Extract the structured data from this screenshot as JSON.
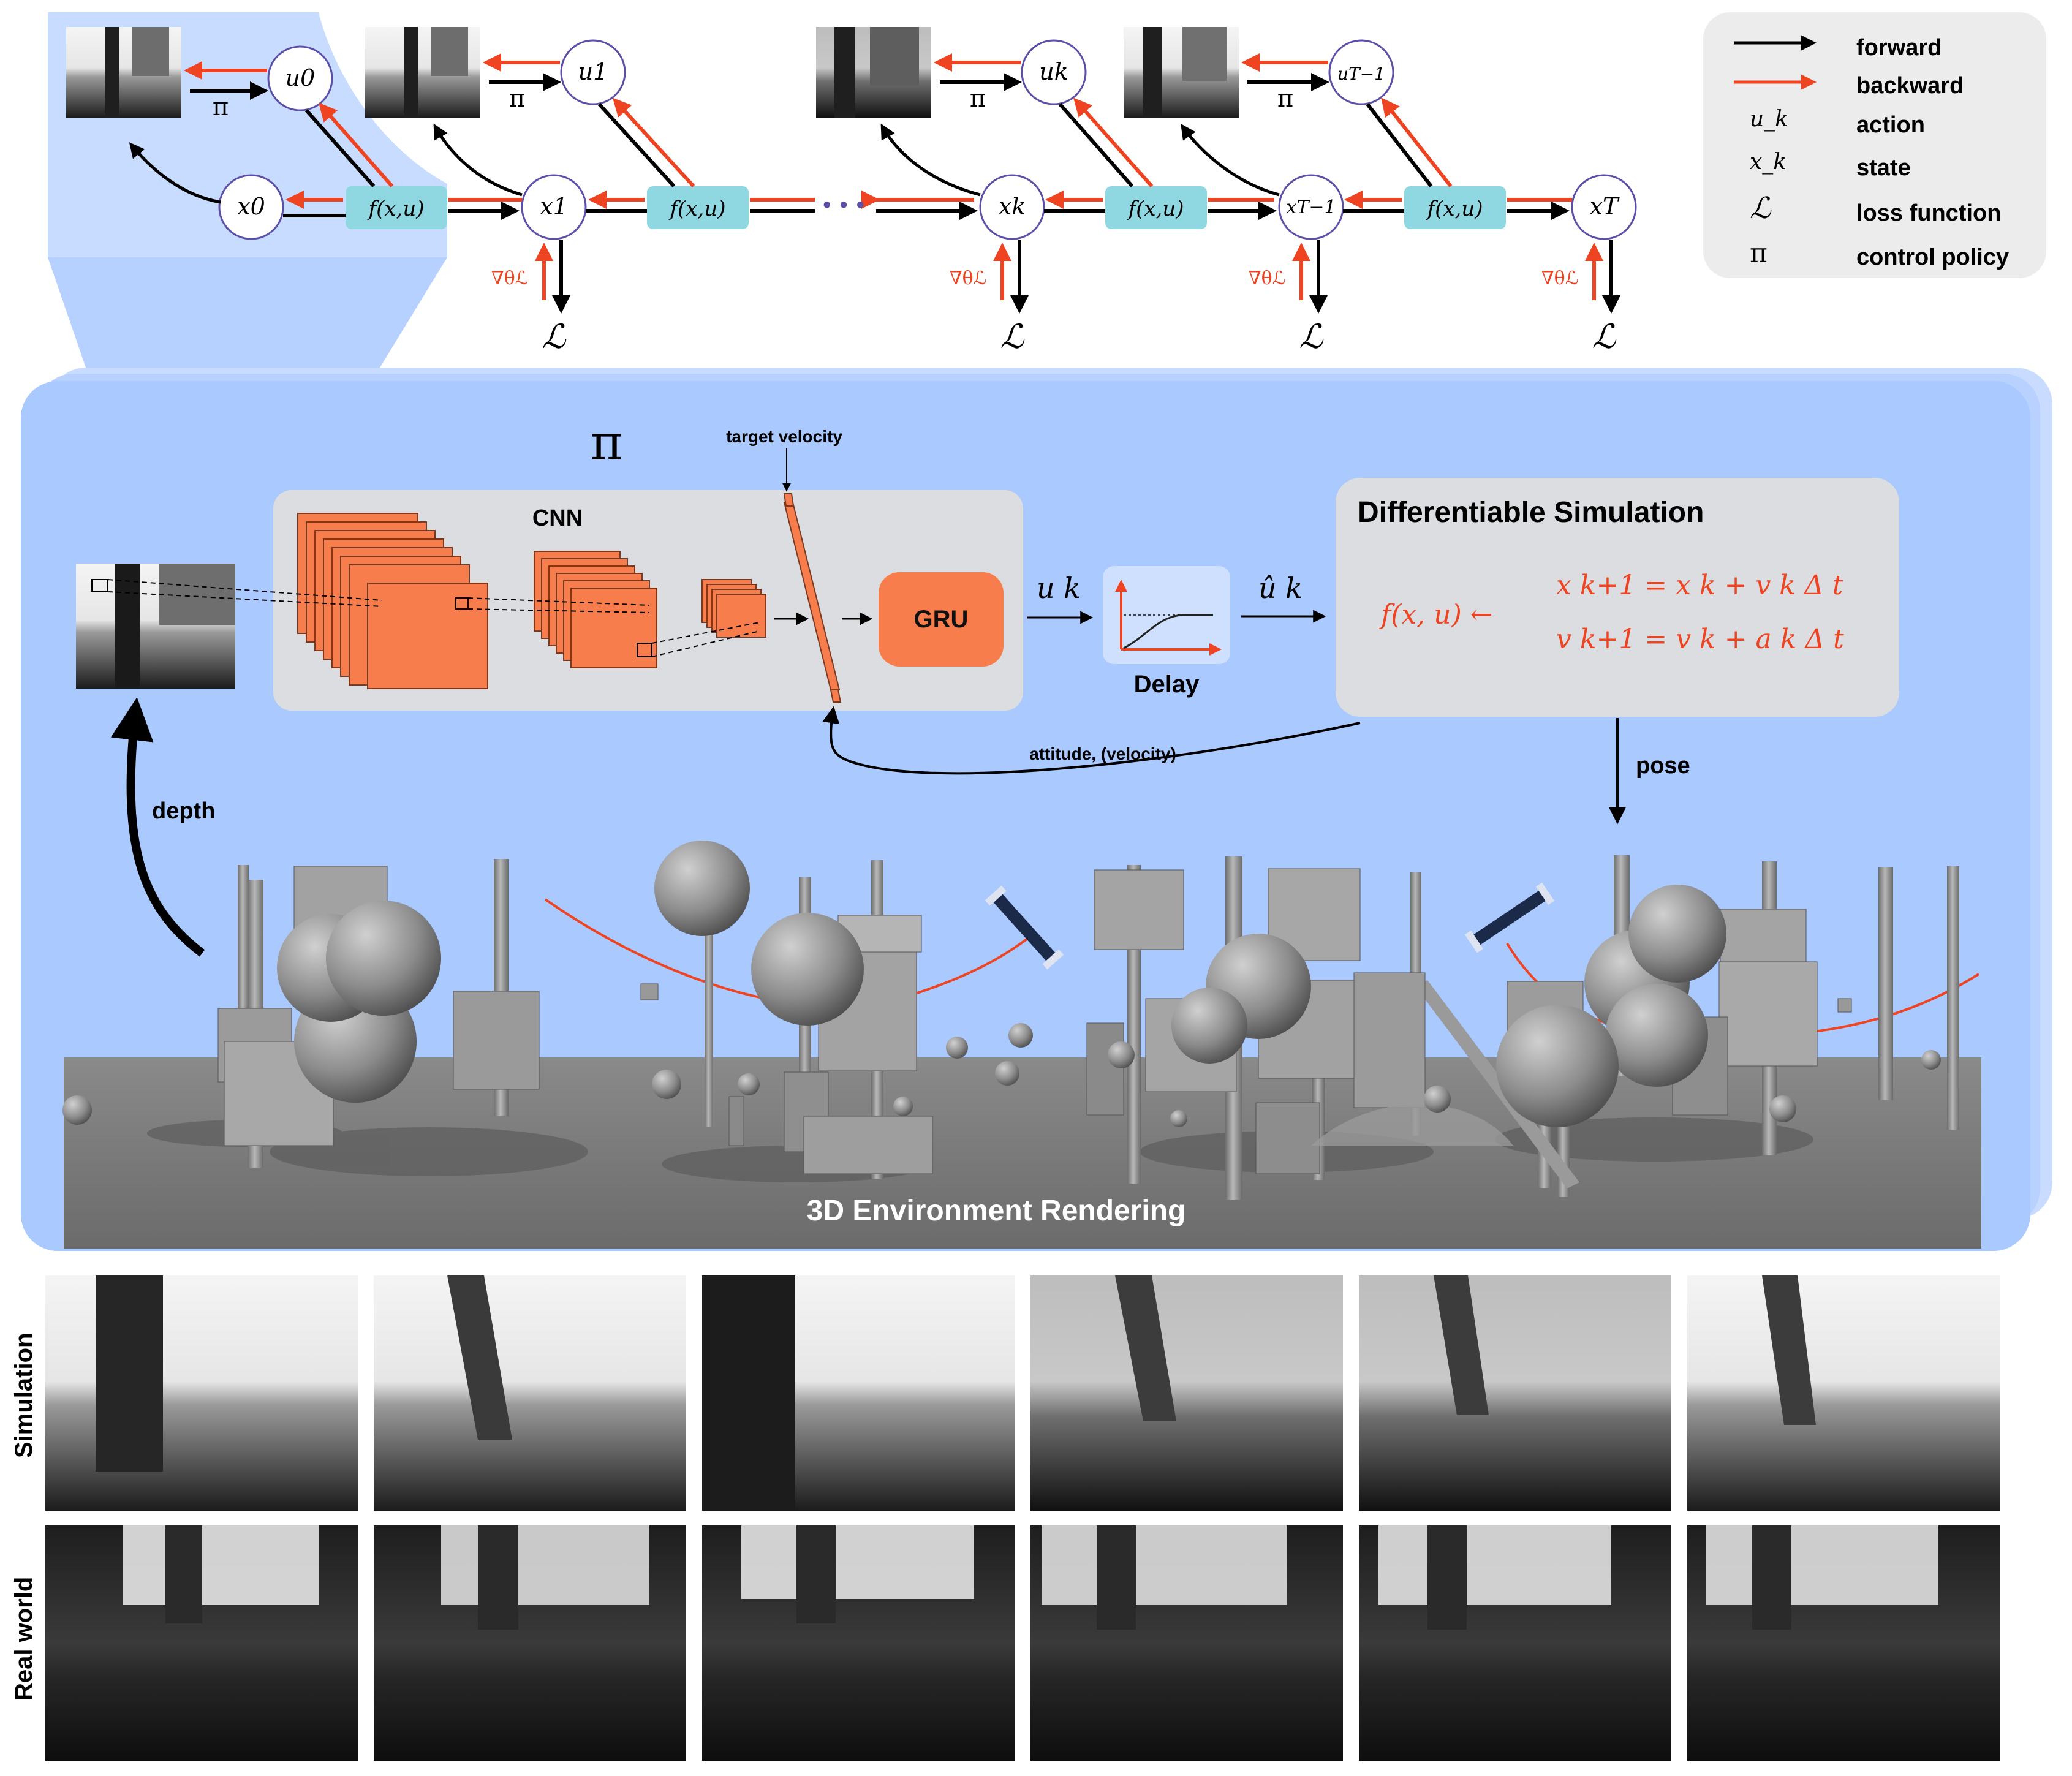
{
  "legend": {
    "items": [
      {
        "symbol": "",
        "label": "forward",
        "kind": "arrow",
        "color": "#000000"
      },
      {
        "symbol": "",
        "label": "backward",
        "kind": "arrow",
        "color": "#ee4422"
      },
      {
        "symbol": "u_k",
        "label": "action",
        "kind": "symbol"
      },
      {
        "symbol": "x_k",
        "label": "state",
        "kind": "symbol"
      },
      {
        "symbol": "ℒ",
        "label": "loss function",
        "kind": "symbol"
      },
      {
        "symbol": "π",
        "label": "control policy",
        "kind": "symbol"
      }
    ]
  },
  "chain": {
    "dots": "•••",
    "transition": "f(x,u)",
    "grad": "∇θℒ",
    "loss": "ℒ",
    "policy": "π",
    "states": [
      "x0",
      "x1",
      "xk",
      "xT−1",
      "xT"
    ],
    "actions": [
      "u0",
      "u1",
      "uk",
      "uT−1"
    ]
  },
  "policy_block": {
    "pi": "π",
    "cnn_title": "CNN",
    "target_velocity": "target velocity",
    "gru": "GRU",
    "action_out": "u k",
    "delay_label": "Delay",
    "delayed_action": "û k",
    "feedback": "attitude, (velocity)",
    "depth_label": "depth",
    "pose_label": "pose"
  },
  "simulation": {
    "title": "Differentiable Simulation",
    "f_lhs": "f(x, u) ←",
    "eq1": "x k+1 = x k + v k Δ t",
    "eq2": "v k+1 = v k + a k Δ t"
  },
  "environment": {
    "label": "3D Environment Rendering"
  },
  "gallery": {
    "sim_label": "Simulation",
    "real_label": "Real world",
    "count": 6
  },
  "colors": {
    "panel_blue": "#a9c9ff",
    "orange": "#f87d4c",
    "teal": "#8fd8e2",
    "red_arrow": "#ee4422",
    "node_stroke": "#5b4fa8",
    "gray_box": "#dcdde1",
    "ground": "#7a7a7a"
  }
}
